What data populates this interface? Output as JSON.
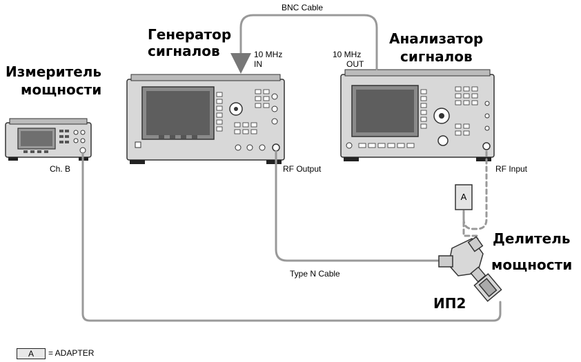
{
  "labels": {
    "power_meter": [
      "Измеритель",
      "мощности"
    ],
    "signal_generator": [
      "Генератор",
      "сигналов"
    ],
    "signal_analyzer": [
      "Анализатор",
      "сигналов"
    ],
    "power_splitter": [
      "Делитель",
      "мощности"
    ],
    "sensor": "ИП2",
    "bnc_cable": "BNC Cable",
    "ref_in": [
      "10 MHz",
      "IN"
    ],
    "ref_out": [
      "10 MHz",
      "OUT"
    ],
    "channel_b": "Ch. B",
    "rf_output": "RF Output",
    "rf_input": "RF Input",
    "type_n_cable": "Type N Cable",
    "adapter_letter": "A",
    "legend_box_letter": "A",
    "legend_text": "= ADAPTER"
  },
  "colors": {
    "cable": "#999999",
    "instrument_body": "#d8d8d8",
    "screen": "#8a8a8a"
  }
}
